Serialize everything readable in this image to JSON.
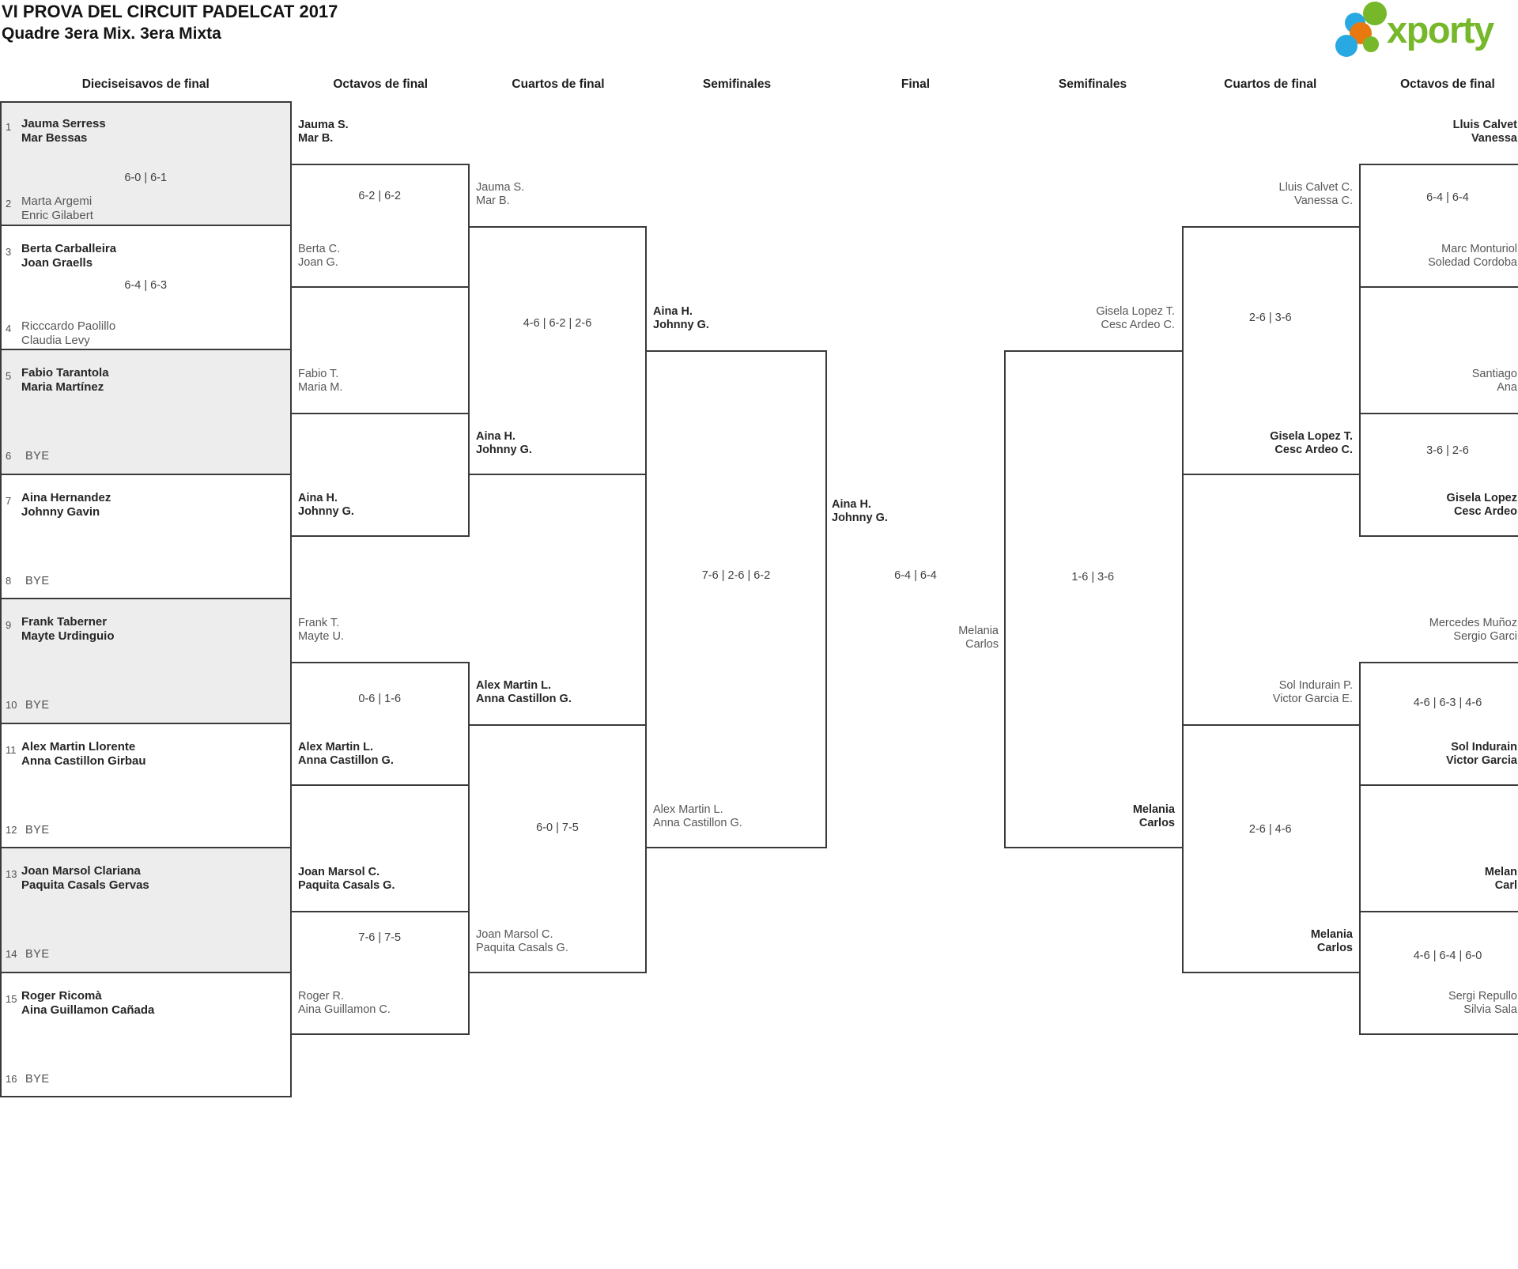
{
  "header": {
    "title": "VI PROVA DEL CIRCUIT PADELCAT 2017",
    "subtitle": "Quadre 3era Mix. 3era Mixta",
    "logo": {
      "text": "xporty",
      "colors": {
        "green": "#76b82a",
        "blue": "#29a9e1",
        "orange": "#e8790f"
      }
    }
  },
  "round_labels": [
    "Dieciseisavos de final",
    "Octavos de final",
    "Cuartos de final",
    "Semifinales",
    "Final",
    "Semifinales",
    "Cuartos de final",
    "Octavos de final"
  ],
  "bracket": {
    "round1": [
      {
        "shaded": true,
        "score": "6-0 | 6-1",
        "a": {
          "seed": "1",
          "lines": [
            "Jauma Serress",
            "Mar Bessas"
          ],
          "winner": true
        },
        "b": {
          "seed": "2",
          "lines": [
            "Marta Argemi",
            "Enric Gilabert"
          ],
          "winner": false
        }
      },
      {
        "shaded": false,
        "score": "6-4 | 6-3",
        "a": {
          "seed": "3",
          "lines": [
            "Berta Carballeira",
            "Joan Graells"
          ],
          "winner": true
        },
        "b": {
          "seed": "4",
          "lines": [
            "Ricccardo Paolillo",
            "Claudia Levy"
          ],
          "winner": false
        }
      },
      {
        "shaded": true,
        "a": {
          "seed": "5",
          "lines": [
            "Fabio Tarantola",
            "Maria Martínez"
          ],
          "winner": true
        },
        "b": {
          "seed": "6",
          "label": "BYE"
        }
      },
      {
        "shaded": false,
        "a": {
          "seed": "7",
          "lines": [
            "Aina Hernandez",
            "Johnny Gavin"
          ],
          "winner": true
        },
        "b": {
          "seed": "8",
          "label": "BYE"
        }
      },
      {
        "shaded": true,
        "a": {
          "seed": "9",
          "lines": [
            "Frank Taberner",
            "Mayte Urdinguio"
          ],
          "winner": true
        },
        "b": {
          "seed": "10",
          "label": "BYE"
        }
      },
      {
        "shaded": false,
        "a": {
          "seed": "11",
          "lines": [
            "Alex Martin Llorente",
            "Anna Castillon Girbau"
          ],
          "winner": true
        },
        "b": {
          "seed": "12",
          "label": "BYE"
        }
      },
      {
        "shaded": true,
        "a": {
          "seed": "13",
          "lines": [
            "Joan Marsol Clariana",
            "Paquita Casals Gervas"
          ],
          "winner": true
        },
        "b": {
          "seed": "14",
          "label": "BYE"
        }
      },
      {
        "shaded": false,
        "a": {
          "seed": "15",
          "lines": [
            "Roger Ricomà",
            "Aina Guillamon Cañada"
          ],
          "winner": true
        },
        "b": {
          "seed": "16",
          "label": "BYE"
        }
      }
    ],
    "octavos_left": [
      {
        "score": "6-2 | 6-2",
        "a": {
          "lines": [
            "Jauma S.",
            "Mar B."
          ],
          "winner": true
        },
        "b": {
          "lines": [
            "Berta C.",
            "Joan G."
          ],
          "winner": false
        }
      },
      {
        "a": {
          "lines": [
            "Fabio T.",
            "Maria M."
          ],
          "winner": false
        },
        "b": {
          "lines": [
            "Aina H.",
            "Johnny G."
          ],
          "winner": true
        }
      },
      {
        "score": "0-6 | 1-6",
        "a": {
          "lines": [
            "Frank T.",
            "Mayte U."
          ],
          "winner": false
        },
        "b": {
          "lines": [
            "Alex Martin L.",
            "Anna Castillon G."
          ],
          "winner": true
        }
      },
      {
        "score": "7-6 | 7-5",
        "a": {
          "lines": [
            "Joan Marsol C.",
            "Paquita Casals G."
          ],
          "winner": true
        },
        "b": {
          "lines": [
            "Roger R.",
            "Aina Guillamon C."
          ],
          "winner": false
        }
      }
    ],
    "cuartos_left": [
      {
        "score": "4-6 | 6-2 | 2-6",
        "a": {
          "lines": [
            "Jauma S.",
            "Mar B."
          ],
          "winner": false
        },
        "b": {
          "lines": [
            "Aina H.",
            "Johnny G."
          ],
          "winner": true
        }
      },
      {
        "score": "6-0 | 7-5",
        "a": {
          "lines": [
            "Alex Martin L.",
            "Anna Castillon G."
          ],
          "winner": true
        },
        "b": {
          "lines": [
            "Joan Marsol C.",
            "Paquita Casals G."
          ],
          "winner": false
        }
      }
    ],
    "semifinal_left": {
      "score": "7-6 | 2-6 | 6-2",
      "a": {
        "lines": [
          "Aina H.",
          "Johnny G."
        ],
        "winner": true
      },
      "b": {
        "lines": [
          "Alex Martin L.",
          "Anna Castillon G."
        ],
        "winner": false
      }
    },
    "final": {
      "score": "6-4 | 6-4",
      "left": {
        "lines": [
          "Aina H.",
          "Johnny G."
        ],
        "winner": true
      },
      "right": {
        "lines": [
          "Melania",
          "Carlos"
        ],
        "winner": false
      }
    },
    "semifinal_right": {
      "score": "1-6 | 3-6",
      "a": {
        "lines": [
          "Gisela Lopez T.",
          "Cesc Ardeo C."
        ],
        "winner": false
      },
      "b": {
        "lines": [
          "Melania",
          "Carlos"
        ],
        "winner": true
      }
    },
    "cuartos_right": [
      {
        "score": "2-6 | 3-6",
        "a": {
          "lines": [
            "Lluis Calvet C.",
            "Vanessa C."
          ],
          "winner": false
        },
        "b": {
          "lines": [
            "Gisela Lopez T.",
            "Cesc Ardeo C."
          ],
          "winner": true
        }
      },
      {
        "score": "2-6 | 4-6",
        "a": {
          "lines": [
            "Sol Indurain P.",
            "Victor Garcia E."
          ],
          "winner": false
        },
        "b": {
          "lines": [
            "Melania",
            "Carlos"
          ],
          "winner": true
        }
      }
    ],
    "octavos_right": [
      {
        "score": "6-4 | 6-4",
        "a": {
          "lines": [
            "Lluis Calvet",
            "Vanessa"
          ],
          "winner": true
        },
        "b": {
          "lines": [
            "Marc Monturiol",
            "Soledad Cordoba"
          ],
          "winner": false
        }
      },
      {
        "score": "3-6 | 2-6",
        "a": {
          "lines": [
            "Santiago",
            "Ana"
          ],
          "winner": false
        },
        "b": {
          "lines": [
            "Gisela Lopez",
            "Cesc Ardeo"
          ],
          "winner": true
        }
      },
      {
        "score": "4-6 | 6-3 | 4-6",
        "a": {
          "lines": [
            "Mercedes Muñoz",
            "Sergio Garci"
          ],
          "winner": false
        },
        "b": {
          "lines": [
            "Sol Indurain",
            "Victor Garcia"
          ],
          "winner": true
        }
      },
      {
        "score": "4-6 | 6-4 | 6-0",
        "a": {
          "lines": [
            "Melan",
            "Carl"
          ],
          "winner": true
        },
        "b": {
          "lines": [
            "Sergi Repullo",
            "Silvia Sala"
          ],
          "winner": false
        }
      }
    ]
  }
}
